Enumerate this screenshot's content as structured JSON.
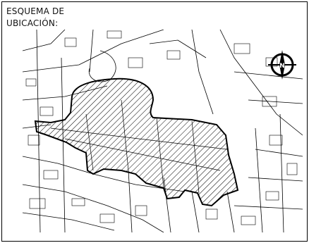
{
  "title_lines": [
    "ESQUEMA DE",
    "UBICACIÓN:"
  ],
  "north_arrow": {
    "icon": "north-arrow-icon",
    "letter": "N"
  },
  "colors": {
    "ink": "#000000",
    "hatch": "#000000",
    "background": "#ffffff"
  }
}
